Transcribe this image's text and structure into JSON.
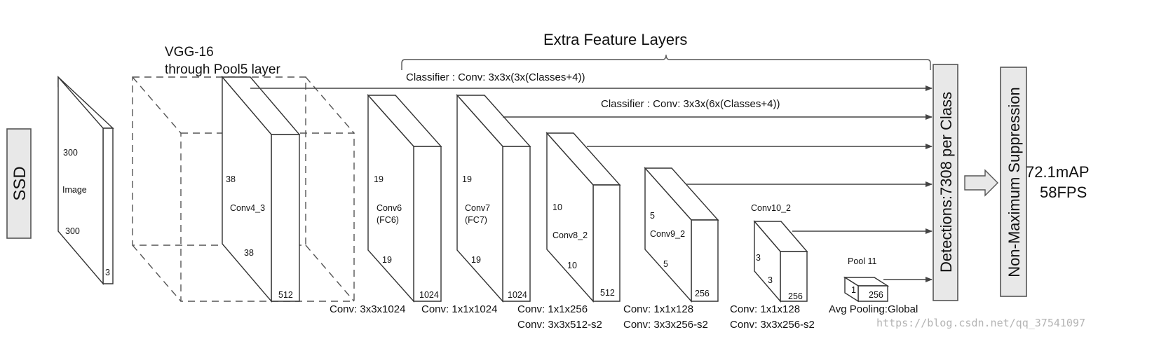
{
  "ssd_label": "SSD",
  "vgg_title_line1": "VGG-16",
  "vgg_title_line2": "through Pool5 layer",
  "extra_title": "Extra Feature Layers",
  "classifier1": "Classifier : Conv: 3x3x(3x(Classes+4))",
  "classifier2": "Classifier : Conv: 3x3x(6x(Classes+4))",
  "image_block": {
    "top_dim": "300",
    "name": "Image",
    "bottom_dim": "300",
    "channels": "3"
  },
  "conv4_3": {
    "side": "38",
    "name": "Conv4_3",
    "bottom": "38",
    "channels": "512"
  },
  "conv6": {
    "side": "19",
    "name_line1": "Conv6",
    "name_line2": "(FC6)",
    "bottom": "19",
    "channels": "1024",
    "op": "Conv: 3x3x1024"
  },
  "conv7": {
    "side": "19",
    "name_line1": "Conv7",
    "name_line2": "(FC7)",
    "bottom": "19",
    "channels": "1024",
    "op": "Conv: 1x1x1024"
  },
  "conv8_2": {
    "side": "10",
    "name": "Conv8_2",
    "bottom": "10",
    "channels": "512",
    "op1": "Conv: 1x1x256",
    "op2": "Conv:  3x3x512-s2"
  },
  "conv9_2": {
    "side": "5",
    "name": "Conv9_2",
    "bottom": "5",
    "channels": "256",
    "op1": "Conv: 1x1x128",
    "op2": "Conv: 3x3x256-s2"
  },
  "conv10_2": {
    "name": "Conv10_2",
    "side": "3",
    "bottom": "3",
    "channels": "256",
    "op1": "Conv: 1x1x128",
    "op2": "Conv: 3x3x256-s2"
  },
  "pool11": {
    "name": "Pool 11",
    "side": "1",
    "channels": "256",
    "op": "Avg Pooling:Global"
  },
  "detections": "Detections:7308  per Class",
  "nms": "Non-Maximum Suppression",
  "result_map": "72.1mAP",
  "result_fps": "58FPS",
  "watermark": "https://blog.csdn.net/qq_37541097"
}
